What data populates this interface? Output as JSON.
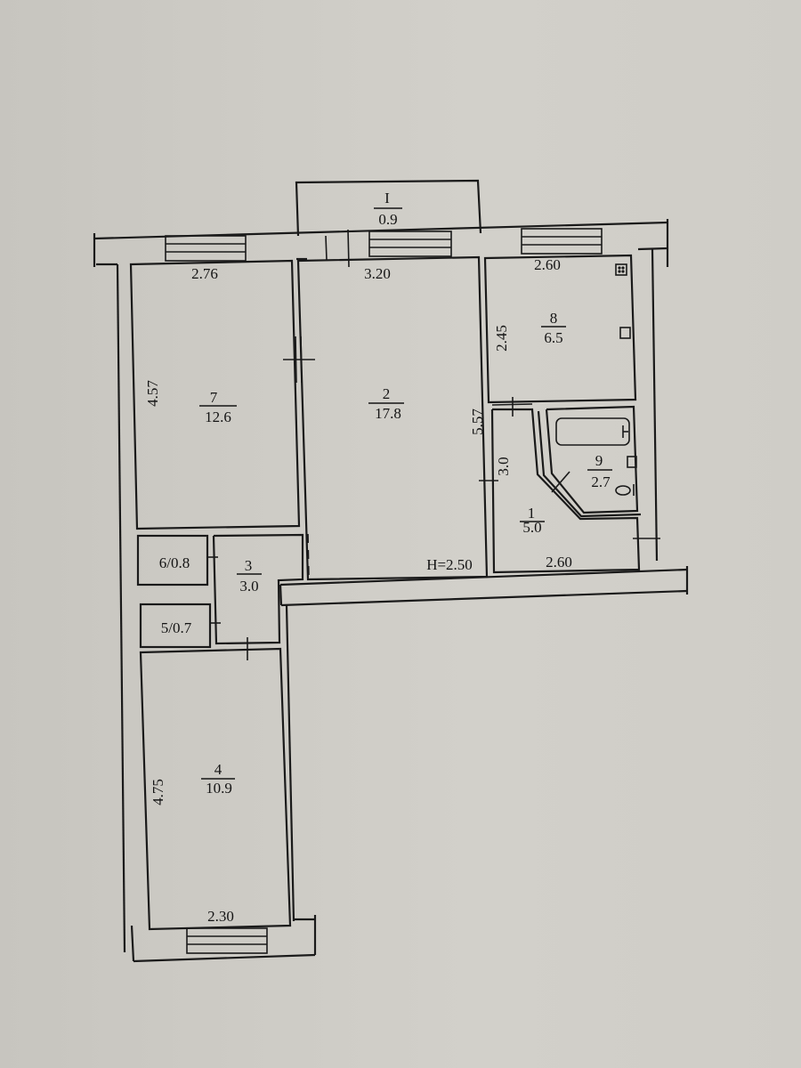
{
  "plan": {
    "ceiling_height": "H=2.50",
    "rooms": [
      {
        "id": "balcony",
        "number": "I",
        "area": "0.9"
      },
      {
        "id": "room-2",
        "number": "2",
        "area": "17.8"
      },
      {
        "id": "room-7",
        "number": "7",
        "area": "12.6"
      },
      {
        "id": "room-8",
        "number": "8",
        "area": "6.5"
      },
      {
        "id": "room-9",
        "number": "9",
        "area": "2.7"
      },
      {
        "id": "room-1",
        "number": "1",
        "area": "5.0"
      },
      {
        "id": "room-3",
        "number": "3",
        "area": "3.0"
      },
      {
        "id": "room-4",
        "number": "4",
        "area": "10.9"
      },
      {
        "id": "room-6",
        "label": "6/0.8"
      },
      {
        "id": "room-5",
        "label": "5/0.7"
      }
    ],
    "dimensions": {
      "room7_width": "2.76",
      "room7_length": "4.57",
      "room2_width": "3.20",
      "room2_length": "5.57",
      "room8_width": "2.60",
      "room8_length": "2.45",
      "room1_length": "3.0",
      "room1_width": "2.60",
      "room4_length": "4.75",
      "room4_width": "2.30"
    },
    "colors": {
      "paper": "#cdcbc5",
      "ink": "#1a1a1a"
    }
  }
}
